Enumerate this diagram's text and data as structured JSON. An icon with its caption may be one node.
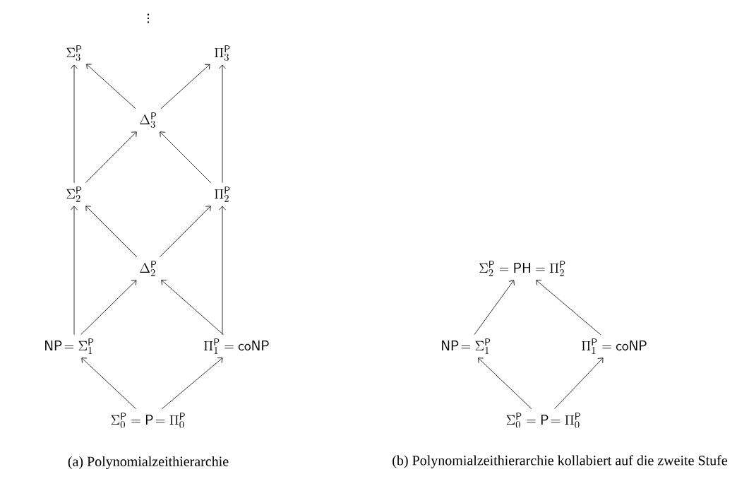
{
  "diagram": {
    "nodes": [
      {
        "text": [
          "\\Sigma_3^{\\mathsf{P}}"
        ]
      },
      {
        "text": [
          "\\Pi_3^{\\mathsf{P}}"
        ]
      },
      {
        "text": [
          "\\Delta_3^{\\mathsf{P}}"
        ]
      },
      {
        "text": [
          "\\Sigma_2^{\\mathsf{P}}"
        ]
      },
      {
        "text": [
          "\\Pi_2^{\\mathsf{P}}"
        ]
      },
      {
        "text": [
          "\\Delta_2^{\\mathsf{P}}"
        ]
      },
      {
        "text": [
          "\\mathsf{NP}\\!= \\Sigma_1^{\\mathsf{P}}"
        ]
      },
      {
        "text": [
          "\\Pi_1^{\\mathsf{P}} = \\mathsf{coNP}"
        ]
      },
      {
        "text": [
          "\\Sigma_0^{\\mathsf{P}} = \\mathsf{P}\\!= \\Pi_0^{\\mathsf{P}}"
        ]
      },
      {
        "text": [
          "\\Sigma_2^{\\mathsf{P}} = \\mathsf{PH} = \\Pi_2^{\\mathsf{P}}"
        ]
      },
      {
        "text": [
          "\\mathsf{NP}\\!= \\Sigma_1^{\\mathsf{P}}"
        ]
      },
      {
        "text": [
          "\\Pi_1^{\\mathsf{P}} = \\mathsf{coNP}"
        ]
      },
      {
        "text": [
          "\\Sigma_0^{\\mathsf{P}} = \\mathsf{P}\\!= \\Pi_0^{\\mathsf{P}}"
        ]
      }
    ],
    "edges": [
      {
        "from": 3,
        "to": 0,
        "arrow": "to"
      },
      {
        "from": 2,
        "to": 0,
        "arrow": "to"
      },
      {
        "from": 2,
        "to": 1,
        "arrow": "to"
      },
      {
        "from": 4,
        "to": 1,
        "arrow": "to"
      },
      {
        "from": 3,
        "to": 2,
        "arrow": "to"
      },
      {
        "from": 4,
        "to": 2,
        "arrow": "to"
      },
      {
        "from": 6,
        "to": 3,
        "arrow": "to"
      },
      {
        "from": 5,
        "to": 3,
        "arrow": "to"
      },
      {
        "from": 5,
        "to": 4,
        "arrow": "to"
      },
      {
        "from": 7,
        "to": 4,
        "arrow": "to"
      },
      {
        "from": 6,
        "to": 5,
        "arrow": "to"
      },
      {
        "from": 7,
        "to": 5,
        "arrow": "to"
      },
      {
        "from": 8,
        "to": 6,
        "arrow": "to"
      },
      {
        "from": 8,
        "to": 7,
        "arrow": "to"
      },
      {
        "from": 10,
        "to": 9,
        "arrow": "to"
      },
      {
        "from": 11,
        "to": 9,
        "arrow": "to"
      },
      {
        "from": 12,
        "to": 10,
        "arrow": "to"
      },
      {
        "from": 12,
        "to": 11,
        "arrow": "to"
      }
    ],
    "labels": [
      "\\vdots",
      "(a) Polynomialzeithierarchie",
      "(b) Polynomialzeithierarchie kollabiert auf die zweite Stufe"
    ]
  }
}
